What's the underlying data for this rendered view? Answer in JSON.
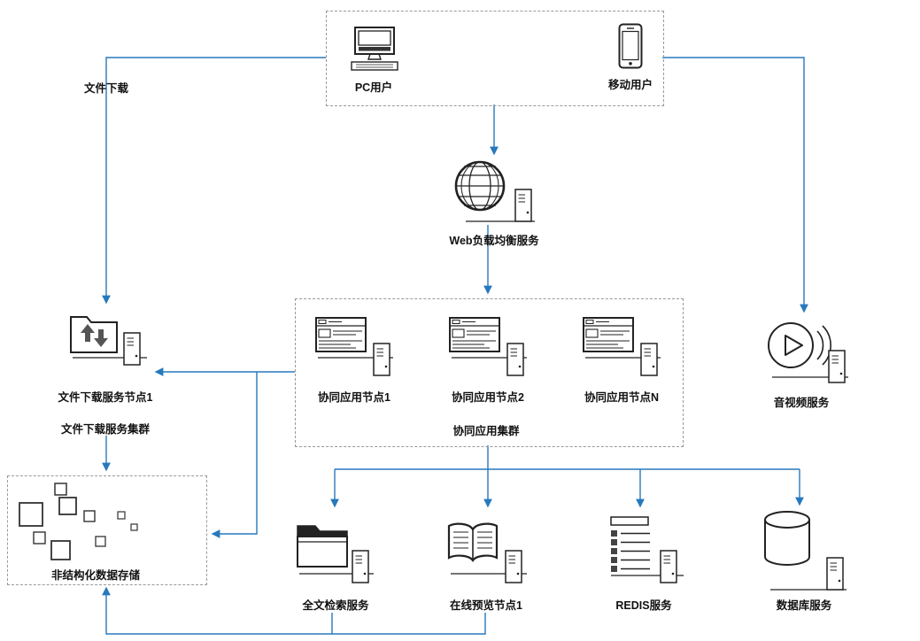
{
  "diagram": {
    "colors": {
      "connector": "#2779bd",
      "icon_stroke": "#222222",
      "dashed_border": "#999999"
    },
    "edge_labels": {
      "file_download": "文件下载"
    },
    "labels": {
      "pc_user": "PC用户",
      "mobile_user": "移动用户",
      "web_lb": "Web负载均衡服务",
      "coop_node_1": "协同应用节点1",
      "coop_node_2": "协同应用节点2",
      "coop_node_n": "协同应用节点N",
      "coop_cluster": "协同应用集群",
      "file_dl_node": "文件下载服务节点1",
      "file_dl_cluster": "文件下载服务集群",
      "unstructured_storage": "非结构化数据存储",
      "av_service": "音视频服务",
      "fulltext_service": "全文检索服务",
      "preview_node": "在线预览节点1",
      "redis_service": "REDIS服务",
      "db_service": "数据库服务"
    }
  }
}
